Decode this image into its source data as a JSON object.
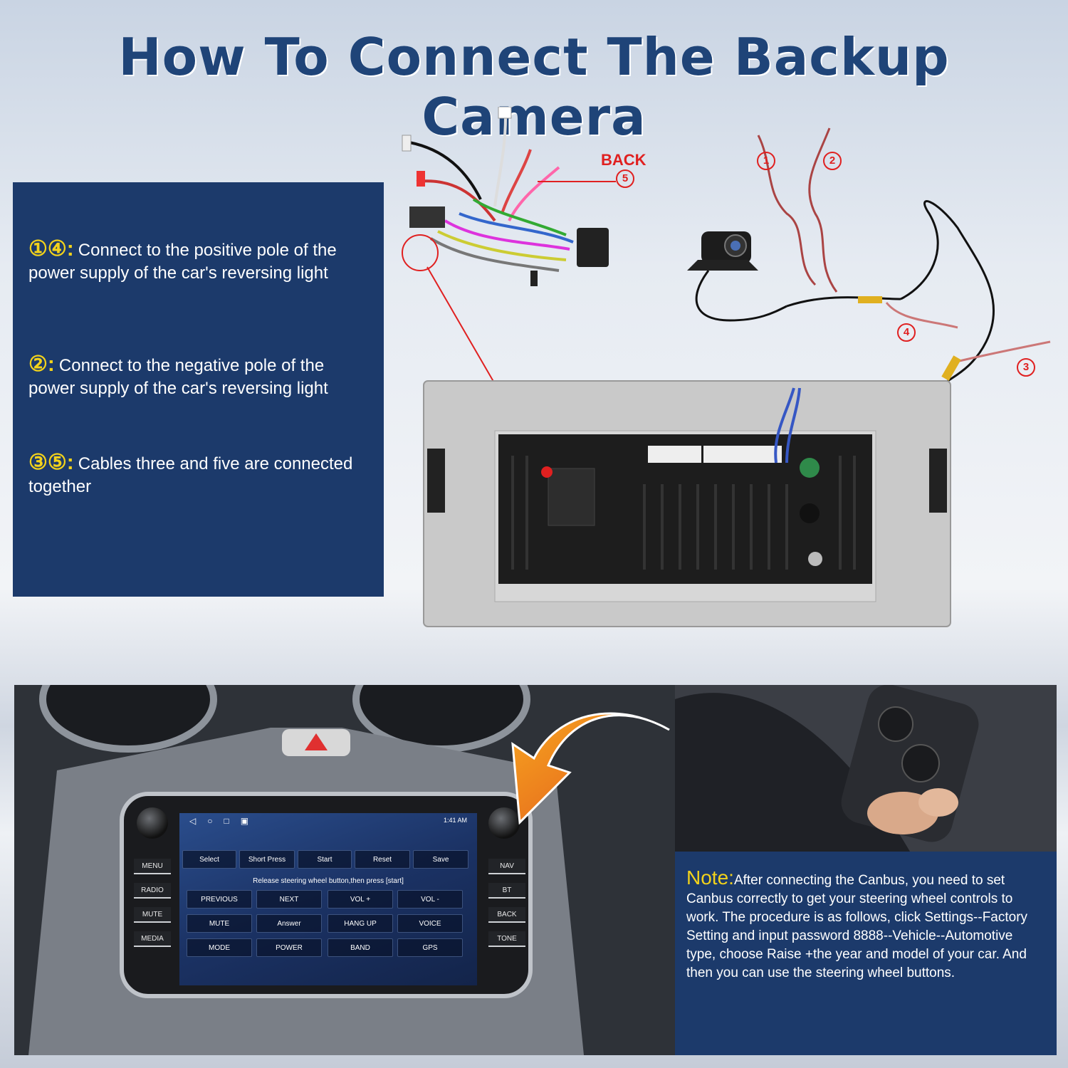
{
  "title": "How To Connect The Backup Camera",
  "steps": [
    {
      "num": "①④:",
      "text": "Connect to the positive pole of the power supply of the car's reversing light"
    },
    {
      "num": "②:",
      "text": "Connect to the negative pole of the power supply of the car's reversing light"
    },
    {
      "num": "③⑤:",
      "text": "Cables three and five are connected together"
    }
  ],
  "diagram": {
    "back_label": "BACK",
    "circle_labels": [
      "5",
      "1",
      "2",
      "4",
      "3"
    ]
  },
  "head_unit": {
    "left_buttons": [
      "MENU",
      "RADIO",
      "MUTE",
      "MEDIA"
    ],
    "right_buttons": [
      "NAV",
      "BT",
      "BACK",
      "TONE"
    ],
    "status_time": "1:41 AM",
    "top_row": [
      "Select",
      "Short Press",
      "Start",
      "Reset",
      "Save"
    ],
    "message": "Release steering wheel button,then press [start]",
    "grid": [
      [
        "PREVIOUS",
        "NEXT",
        "VOL +",
        "VOL -"
      ],
      [
        "MUTE",
        "Answer",
        "HANG UP",
        "VOICE"
      ],
      [
        "MODE",
        "POWER",
        "BAND",
        "GPS"
      ]
    ]
  },
  "note": {
    "head": "Note:",
    "body": "After connecting the Canbus, you need to set Canbus correctly to get your steering wheel controls to work. The procedure is as follows, click Settings--Factory Setting and input password 8888--Vehicle--Automotive type, choose Raise +the year and model of your car. And then you can use the steering wheel buttons."
  },
  "colors": {
    "title": "#1f4478",
    "panel": "#1c3a6b",
    "accent_yellow": "#f2d21b",
    "label_red": "#e02020"
  }
}
